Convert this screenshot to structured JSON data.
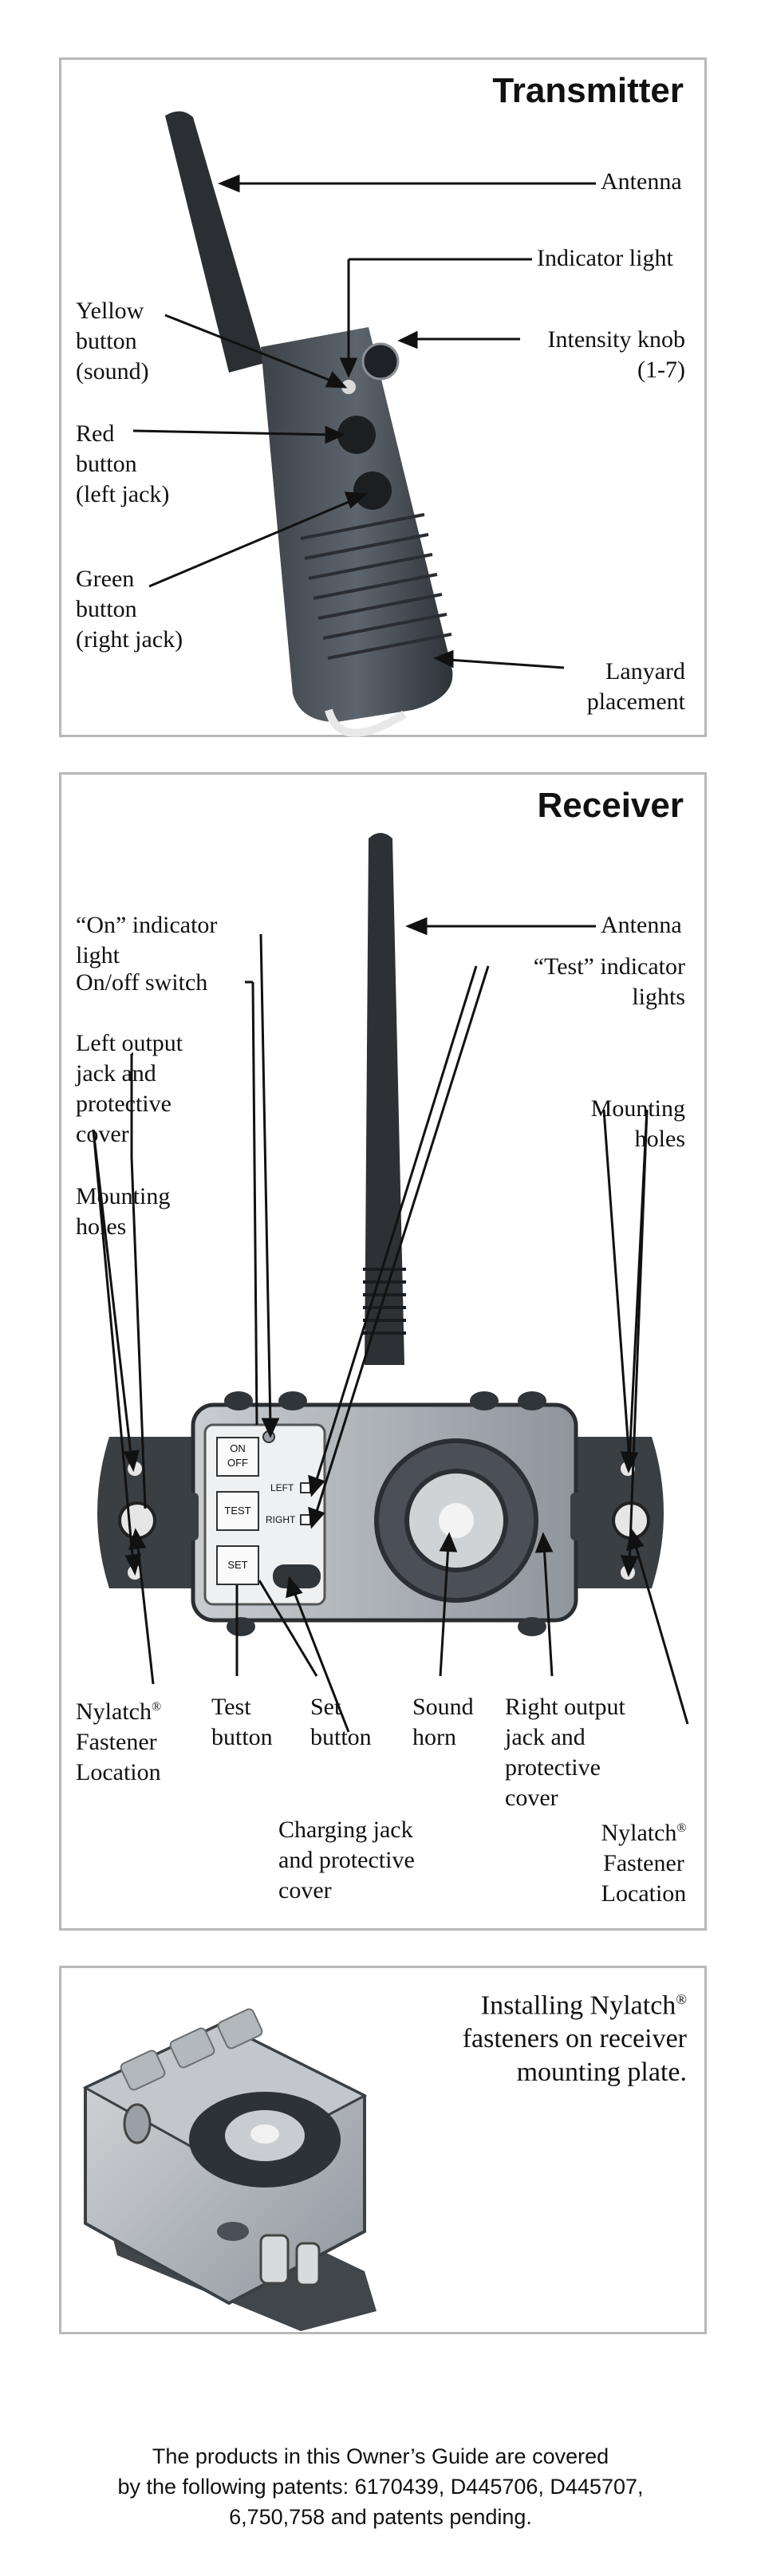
{
  "transmitter": {
    "heading": "Transmitter",
    "labels": {
      "antenna": "Antenna",
      "indicator_light": "Indicator light",
      "intensity_knob": "Intensity knob\n(1-7)",
      "yellow_button": "Yellow\nbutton\n(sound)",
      "red_button": "Red\nbutton\n(left jack)",
      "green_button": "Green\nbutton\n(right jack)",
      "lanyard": "Lanyard\nplacement"
    }
  },
  "receiver": {
    "heading": "Receiver",
    "buttons": {
      "on_off": "ON\nOFF",
      "test": "TEST",
      "set": "SET"
    },
    "panel_marks": {
      "left": "LEFT",
      "right": "RIGHT"
    },
    "labels": {
      "on_indicator": "“On” indicator\nlight",
      "antenna": "Antenna",
      "test_indicators": "“Test” indicator\nlights",
      "on_off_switch": "On/off switch",
      "left_output": "Left output\njack and\nprotective\ncover",
      "mounting_holes_right": "Mounting\nholes",
      "mounting_holes_left": "Mounting\nholes",
      "nylatch_left": "Nylatch",
      "nylatch_left_rest": "Fastener\nLocation",
      "test_button": "Test\nbutton",
      "set_button": "Set\nbutton",
      "sound_horn": "Sound\nhorn",
      "right_output": "Right output\njack and\nprotective\ncover",
      "nylatch_right": "Nylatch",
      "nylatch_right_rest": "Fastener\nLocation",
      "charging_jack": "Charging jack\nand protective\ncover",
      "registered": "®"
    }
  },
  "install": {
    "caption_first": "Installing Nylatch",
    "caption_rest": "fasteners on receiver\nmounting plate.",
    "registered": "®"
  },
  "footer": {
    "text": "The products in this Owner’s Guide are covered\nby the following patents: 6170439, D445706, D445707,\n6,750,758 and patents pending."
  }
}
